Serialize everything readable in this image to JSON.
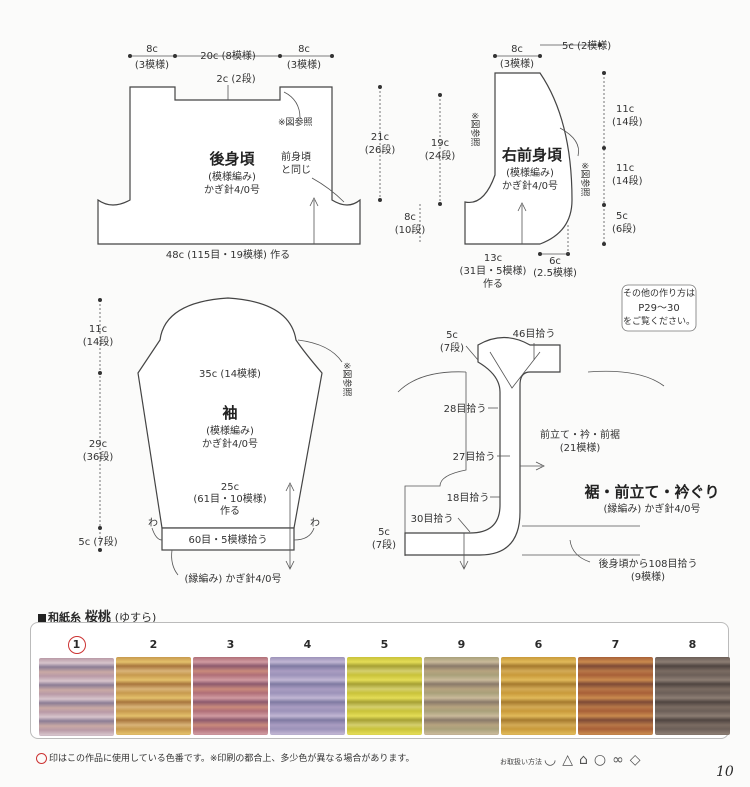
{
  "back": {
    "top_left": "8c",
    "top_left_sub": "(3模様)",
    "top_mid": "20c (8模様)",
    "top_right": "8c",
    "top_right_sub": "(3模様)",
    "neck": "2c (2段)",
    "ref_note": "※図参照",
    "title": "後身頃",
    "sub1": "(模様編み)",
    "sub2": "かぎ針4/0号",
    "same_note1": "前身頃",
    "same_note2": "と同じ",
    "height": "21c",
    "height_sub": "(26段)",
    "bottom": "48c (115目・19模様) 作る"
  },
  "front": {
    "top": "8c",
    "top_sub": "(3模様)",
    "top_right": "5c (2模様)",
    "ref_note_left": "※図参照",
    "title": "右前身頃",
    "sub1": "(模様編み)",
    "sub2": "かぎ針4/0号",
    "height": "19c",
    "height_sub": "(24段)",
    "r1": "11c",
    "r1_sub": "(14段)",
    "r2": "11c",
    "r2_sub": "(14段)",
    "r3": "5c",
    "r3_sub": "(6段)",
    "ref_note_right": "※図参照",
    "side": "8c",
    "side_sub": "(10段)",
    "bottom": "13c",
    "bottom_sub1": "(31目・5模様)",
    "bottom_sub2": "作る",
    "bottom_right": "6c",
    "bottom_right_sub": "(2.5模様)"
  },
  "ref_box": {
    "line1": "その他の作り方は",
    "line2": "P29～30",
    "line3": "をご覧ください。"
  },
  "sleeve": {
    "cap": "11c",
    "cap_sub": "(14段)",
    "width": "35c (14模様)",
    "ref_note": "※図参照",
    "title": "袖",
    "sub1": "(模様編み)",
    "sub2": "かぎ針4/0号",
    "height": "29c",
    "height_sub": "(36段)",
    "cuff_w": "25c",
    "cuff_w_sub1": "(61目・10模様)",
    "cuff_w_sub2": "作る",
    "wa_left": "わ",
    "wa_right": "わ",
    "pick": "60目・5模様拾う",
    "cuff_h": "5c (7段)",
    "cuff_note": "(縁編み) かぎ針4/0号"
  },
  "edging": {
    "collar_w": "5c",
    "collar_w_sub": "(7段)",
    "pick46": "46目拾う",
    "pick28": "28目拾う",
    "pick27": "27目拾う",
    "pick18": "18目拾う",
    "pick30": "30目拾う",
    "band": "前立て・衿・前裾",
    "band_sub": "(21模様)",
    "title": "裾・前立て・衿ぐり",
    "title_sub": "(縁編み) かぎ針4/0号",
    "hem_h": "5c",
    "hem_h_sub": "(7段)",
    "back_pick": "後身頃から108目拾う",
    "back_pick_sub": "(9模様)"
  },
  "yarn": {
    "brand": "和紙糸",
    "name": "桜桃",
    "reading": "(ゆすら)",
    "swatches": [
      {
        "num": "1",
        "circled": true,
        "colors": [
          "#b99aa6",
          "#d7c4cc",
          "#8c7d95",
          "#c9a9a5"
        ]
      },
      {
        "num": "2",
        "circled": false,
        "colors": [
          "#c79a4e",
          "#e3c06b",
          "#a8763d",
          "#d9b378"
        ]
      },
      {
        "num": "3",
        "circled": false,
        "colors": [
          "#b06f78",
          "#d09aa0",
          "#8d5a6e",
          "#c98a7c"
        ]
      },
      {
        "num": "4",
        "circled": false,
        "colors": [
          "#9c93b9",
          "#c1b6d3",
          "#7f7aa2",
          "#a99cc1"
        ]
      },
      {
        "num": "5",
        "circled": false,
        "colors": [
          "#c9c23a",
          "#e3dc56",
          "#a6a034",
          "#d4cf6e"
        ]
      },
      {
        "num": "9",
        "circled": false,
        "colors": [
          "#a9a07a",
          "#c9b99a",
          "#8a7a6a",
          "#b6a37f"
        ]
      },
      {
        "num": "6",
        "circled": false,
        "colors": [
          "#c99a3a",
          "#e0b95a",
          "#a57a2e",
          "#d2aa56"
        ]
      },
      {
        "num": "7",
        "circled": false,
        "colors": [
          "#a86038",
          "#c98a4e",
          "#7e4a36",
          "#b77748"
        ]
      },
      {
        "num": "8",
        "circled": false,
        "colors": [
          "#6c5f58",
          "#8c7d73",
          "#4f4541",
          "#7a6b62"
        ]
      }
    ]
  },
  "footer": {
    "note": "印はこの作品に使用している色番です。※印刷の都合上、多少色が異なる場合があります。",
    "care": "お取扱い方法",
    "page": "10"
  }
}
